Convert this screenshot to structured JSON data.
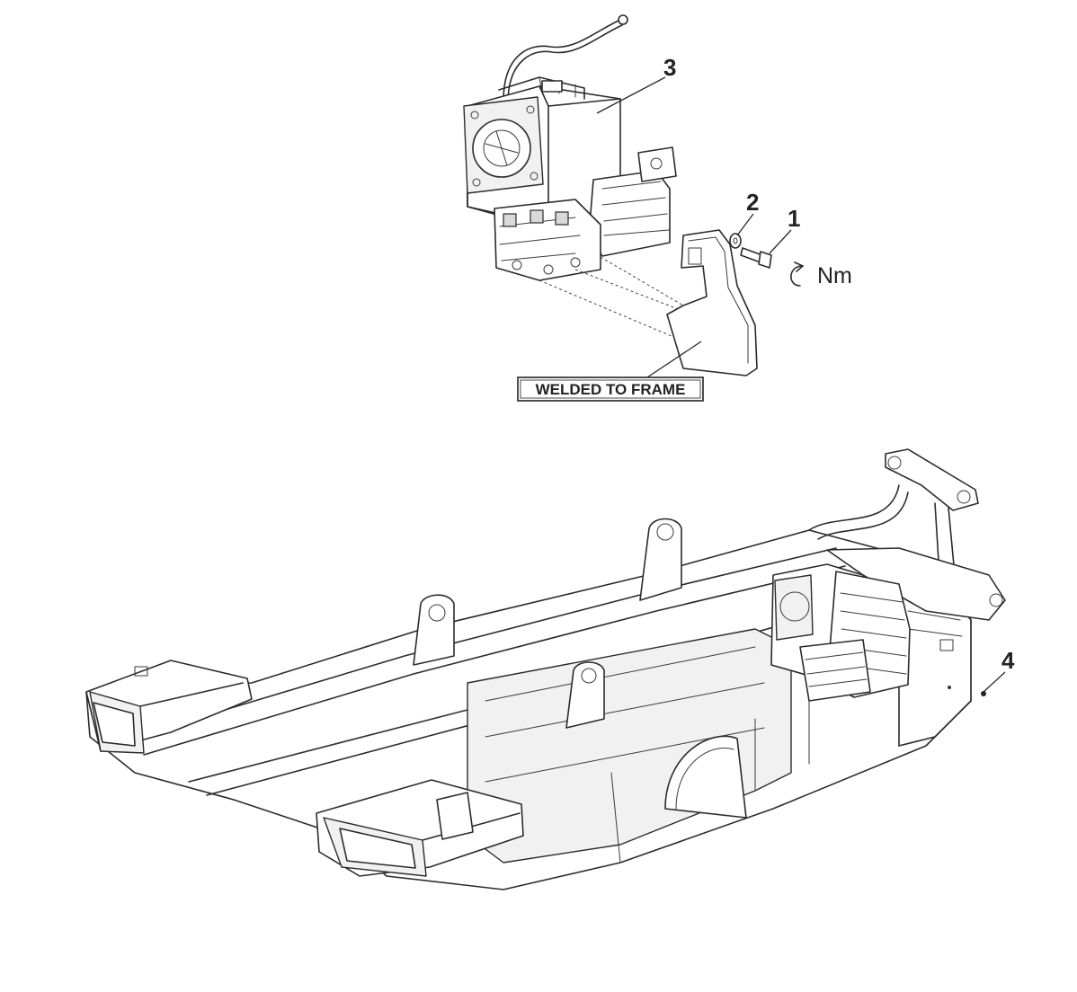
{
  "callouts": {
    "c1": "1",
    "c2": "2",
    "c3": "3",
    "c4": "4"
  },
  "torque_unit": "Nm",
  "frame_label": "WELDED TO FRAME"
}
